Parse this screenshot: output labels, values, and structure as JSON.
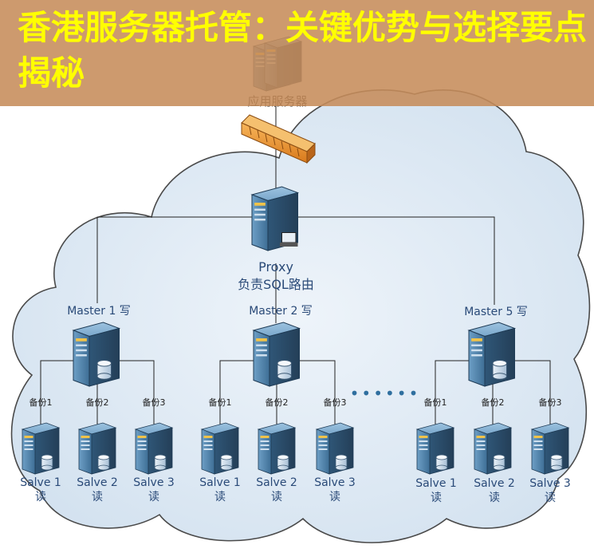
{
  "banner": {
    "title": "香港服务器托管：关键优势与选择要点揭秘",
    "color": "#ffff00",
    "background": "#c68c5a"
  },
  "app_server": {
    "label": "应用服务器"
  },
  "proxy": {
    "label": "Proxy",
    "sublabel": "负责SQL路由"
  },
  "masters": [
    {
      "label": "Master 1 写"
    },
    {
      "label": "Master 2 写"
    },
    {
      "label": "Master 5 写"
    }
  ],
  "backup_labels": [
    "备份1",
    "备份2",
    "备份3"
  ],
  "slave_labels": [
    "Salve 1",
    "Salve 2",
    "Salve 3"
  ],
  "read_label": "读",
  "ellipsis": "••••••",
  "colors": {
    "cloud": "#dde9f3",
    "cloud_edge": "#4a4a4a",
    "server": "#4f7fa6",
    "firewall": "#e8902b"
  },
  "icons": [
    "server-icon",
    "firewall-icon",
    "database-icon",
    "cloud-shape"
  ]
}
